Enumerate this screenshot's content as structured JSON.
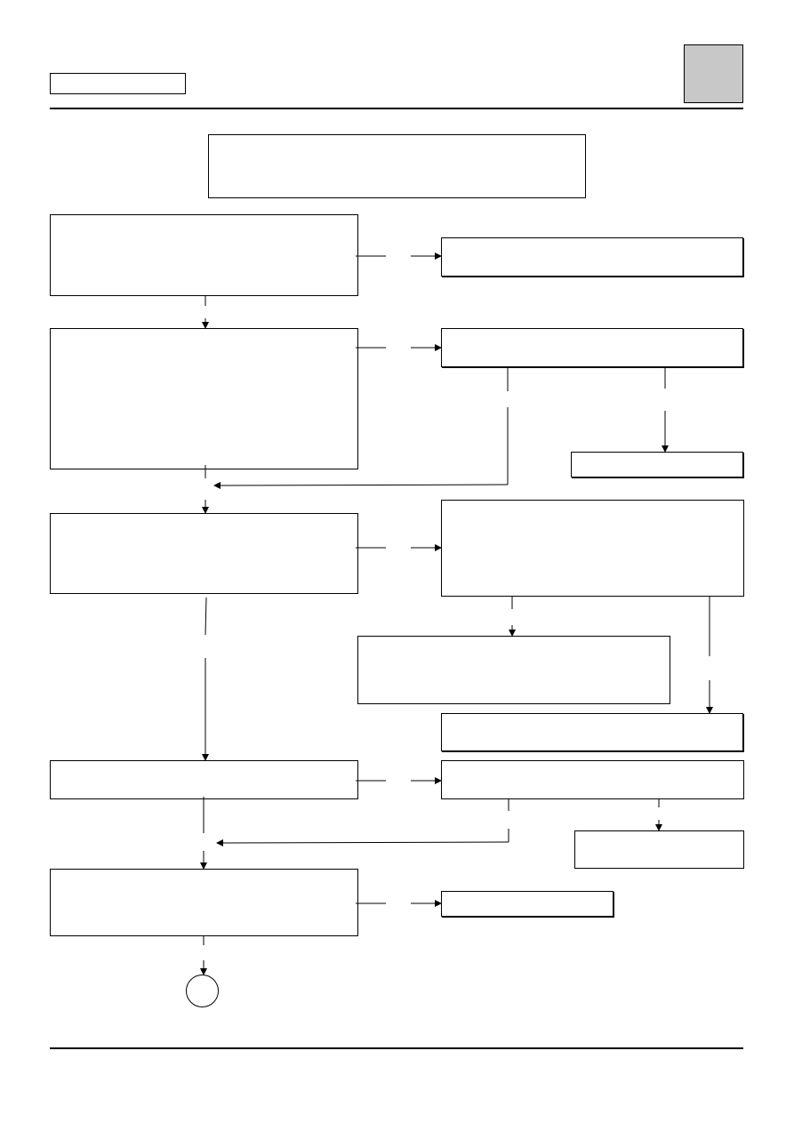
{
  "header": {
    "reference_box_text": "",
    "section_tab_text": ""
  },
  "diagram": {
    "title_box": "",
    "steps": [
      {
        "id": "step-1",
        "text": ""
      },
      {
        "id": "step-2",
        "text": ""
      },
      {
        "id": "step-3",
        "text": ""
      },
      {
        "id": "step-4",
        "text": ""
      },
      {
        "id": "step-5",
        "text": ""
      }
    ],
    "results": [
      {
        "id": "result-1",
        "text": ""
      },
      {
        "id": "result-2",
        "text": ""
      },
      {
        "id": "result-2a",
        "text": ""
      },
      {
        "id": "result-3",
        "text": ""
      },
      {
        "id": "result-3a",
        "text": ""
      },
      {
        "id": "result-3b",
        "text": ""
      },
      {
        "id": "result-4",
        "text": ""
      },
      {
        "id": "result-4a",
        "text": ""
      },
      {
        "id": "result-5",
        "text": ""
      }
    ],
    "connector": {
      "text": ""
    }
  },
  "colors": {
    "line": "#000000",
    "tab_fill": "#c8c8c8"
  }
}
